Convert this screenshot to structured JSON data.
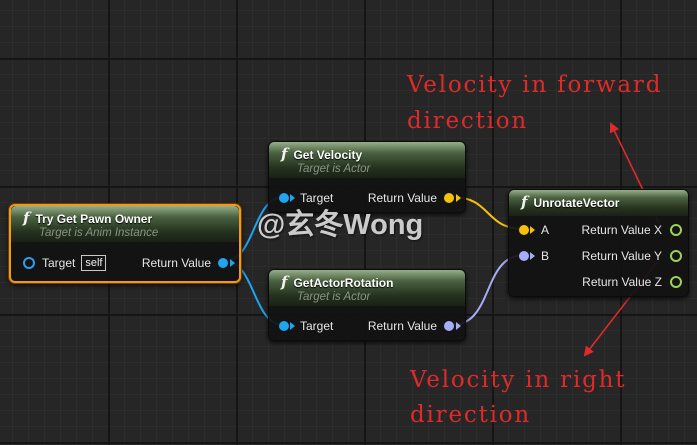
{
  "nodes": {
    "try_get_pawn_owner": {
      "fn_symbol": "f",
      "title": "Try Get Pawn Owner",
      "subtitle": "Target is Anim Instance",
      "input_label": "Target",
      "self_value": "self",
      "output_label": "Return Value"
    },
    "get_velocity": {
      "fn_symbol": "f",
      "title": "Get Velocity",
      "subtitle": "Target is Actor",
      "input_label": "Target",
      "output_label": "Return Value"
    },
    "get_actor_rotation": {
      "fn_symbol": "f",
      "title": "GetActorRotation",
      "subtitle": "Target is Actor",
      "input_label": "Target",
      "output_label": "Return Value"
    },
    "unrotate_vector": {
      "fn_symbol": "f",
      "title": "UnrotateVector",
      "input_a": "A",
      "input_b": "B",
      "out_x": "Return Value X",
      "out_y": "Return Value Y",
      "out_z": "Return Value Z"
    }
  },
  "annotations": {
    "forward_line1": "Velocity in forward",
    "forward_line2": "direction",
    "right_line1": "Velocity in right",
    "right_line2": "direction"
  },
  "watermark": "@玄冬Wong",
  "colors": {
    "object_pin": "#1fa4ef",
    "vector_pin": "#f7c00c",
    "rotator_pin": "#a6acf7",
    "float_pin": "#9ed05a",
    "selection": "#f19a1a",
    "annotation": "#e02a2a"
  }
}
